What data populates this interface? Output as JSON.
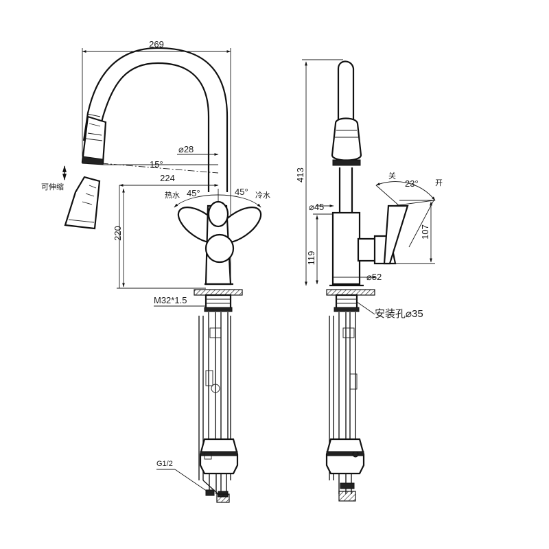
{
  "dimensions": {
    "width_total": "269",
    "spout_diameter": "⌀28",
    "pull_angle": "15°",
    "reach": "224",
    "height_spout": "220",
    "thread": "M32*1.5",
    "height_total": "413",
    "body_diameter": "⌀45",
    "base_diameter": "⌀52",
    "height_body": "119",
    "handle_height": "107",
    "handle_angle": "23°",
    "left_angle": "45°",
    "right_angle": "45°"
  },
  "labels": {
    "hot_water": "热水",
    "cold_water": "冷水",
    "retractable": "可伸缩",
    "mount_hole": "安装孔⌀35",
    "connector": "G1/2",
    "close": "关",
    "open": "开"
  }
}
